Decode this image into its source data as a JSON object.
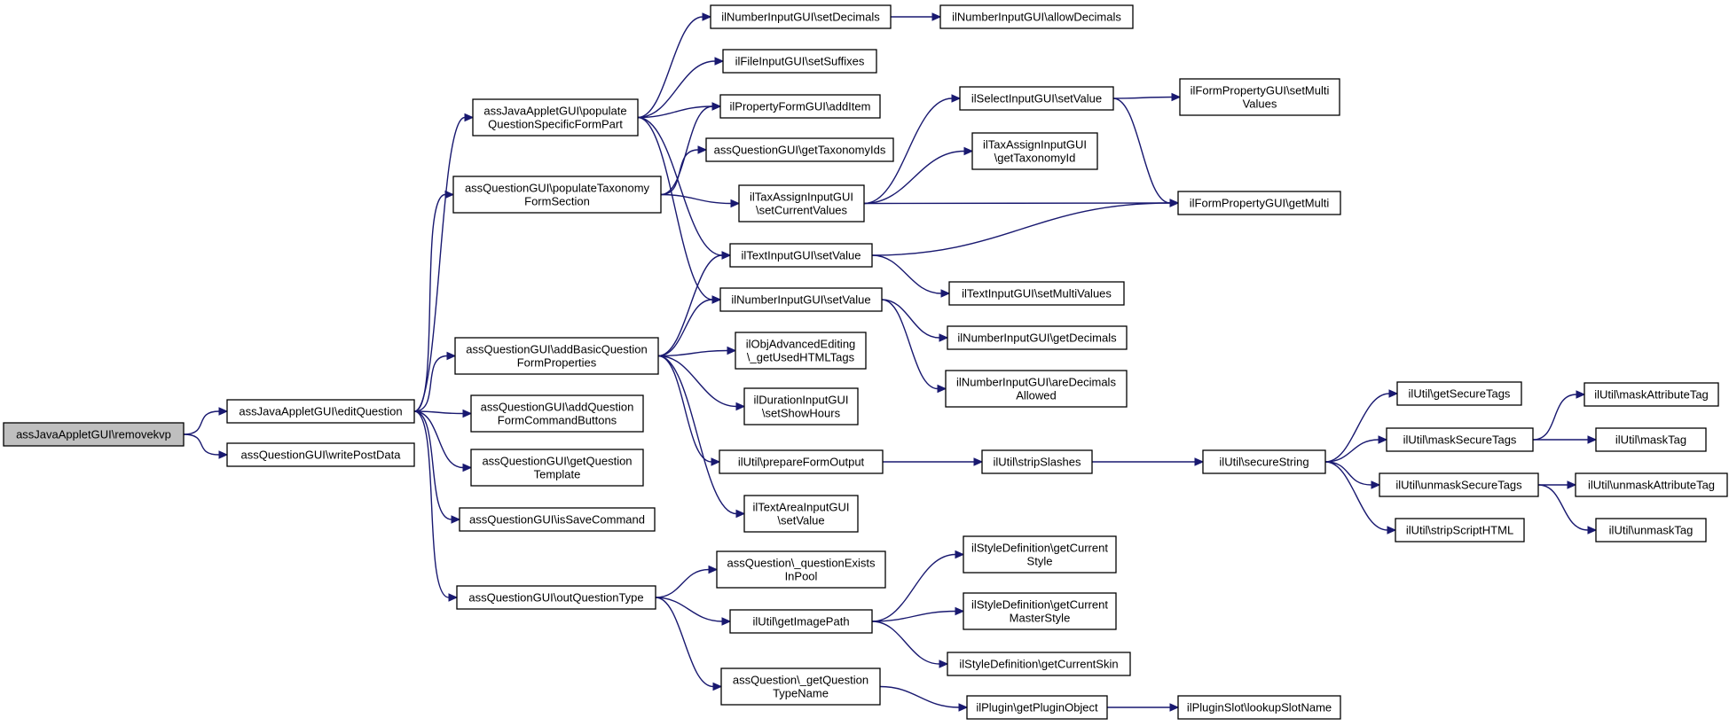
{
  "graph": {
    "nodes": [
      {
        "id": "removekvp",
        "lines": [
          "assJavaAppletGUI\\removekvp"
        ],
        "root": true
      },
      {
        "id": "editQuestion",
        "lines": [
          "assJavaAppletGUI\\editQuestion"
        ]
      },
      {
        "id": "writePostData",
        "lines": [
          "assQuestionGUI\\writePostData"
        ]
      },
      {
        "id": "populateQSFP",
        "lines": [
          "assJavaAppletGUI\\populate",
          "QuestionSpecificFormPart"
        ]
      },
      {
        "id": "populateTaxonomy",
        "lines": [
          "assQuestionGUI\\populateTaxonomy",
          "FormSection"
        ]
      },
      {
        "id": "addBasicQFP",
        "lines": [
          "assQuestionGUI\\addBasicQuestion",
          "FormProperties"
        ]
      },
      {
        "id": "addQFCB",
        "lines": [
          "assQuestionGUI\\addQuestion",
          "FormCommandButtons"
        ]
      },
      {
        "id": "getQTemplate",
        "lines": [
          "assQuestionGUI\\getQuestion",
          "Template"
        ]
      },
      {
        "id": "isSaveCommand",
        "lines": [
          "assQuestionGUI\\isSaveCommand"
        ]
      },
      {
        "id": "outQuestionType",
        "lines": [
          "assQuestionGUI\\outQuestionType"
        ]
      },
      {
        "id": "numSetDecimals",
        "lines": [
          "ilNumberInputGUI\\setDecimals"
        ]
      },
      {
        "id": "numAllowDecimals",
        "lines": [
          "ilNumberInputGUI\\allowDecimals"
        ]
      },
      {
        "id": "fileSetSuffixes",
        "lines": [
          "ilFileInputGUI\\setSuffixes"
        ]
      },
      {
        "id": "propAddItem",
        "lines": [
          "ilPropertyFormGUI\\addItem"
        ]
      },
      {
        "id": "getTaxonomyIds",
        "lines": [
          "assQuestionGUI\\getTaxonomyIds"
        ]
      },
      {
        "id": "taxSetCurrent",
        "lines": [
          "ilTaxAssignInputGUI",
          "\\setCurrentValues"
        ]
      },
      {
        "id": "textSetValue",
        "lines": [
          "ilTextInputGUI\\setValue"
        ]
      },
      {
        "id": "numSetValue",
        "lines": [
          "ilNumberInputGUI\\setValue"
        ]
      },
      {
        "id": "objAdvEditing",
        "lines": [
          "ilObjAdvancedEditing",
          "\\_getUsedHTMLTags"
        ]
      },
      {
        "id": "durationShowHours",
        "lines": [
          "ilDurationInputGUI",
          "\\setShowHours"
        ]
      },
      {
        "id": "prepareFormOutput",
        "lines": [
          "ilUtil\\prepareFormOutput"
        ]
      },
      {
        "id": "textAreaSetValue",
        "lines": [
          "ilTextAreaInputGUI",
          "\\setValue"
        ]
      },
      {
        "id": "questionExistsInPool",
        "lines": [
          "assQuestion\\_questionExists",
          "InPool"
        ]
      },
      {
        "id": "getImagePath",
        "lines": [
          "ilUtil\\getImagePath"
        ]
      },
      {
        "id": "getQTypeName",
        "lines": [
          "assQuestion\\_getQuestion",
          "TypeName"
        ]
      },
      {
        "id": "selectSetValue",
        "lines": [
          "ilSelectInputGUI\\setValue"
        ]
      },
      {
        "id": "taxGetTaxonomyId",
        "lines": [
          "ilTaxAssignInputGUI",
          "\\getTaxonomyId"
        ]
      },
      {
        "id": "textSetMultiValues",
        "lines": [
          "ilTextInputGUI\\setMultiValues"
        ]
      },
      {
        "id": "numGetDecimals",
        "lines": [
          "ilNumberInputGUI\\getDecimals"
        ]
      },
      {
        "id": "numAreDecimalsAllowed",
        "lines": [
          "ilNumberInputGUI\\areDecimals",
          "Allowed"
        ]
      },
      {
        "id": "stripSlashes",
        "lines": [
          "ilUtil\\stripSlashes"
        ]
      },
      {
        "id": "styleGetCurrentStyle",
        "lines": [
          "ilStyleDefinition\\getCurrent",
          "Style"
        ]
      },
      {
        "id": "styleGetCurrentMasterStyle",
        "lines": [
          "ilStyleDefinition\\getCurrent",
          "MasterStyle"
        ]
      },
      {
        "id": "styleGetCurrentSkin",
        "lines": [
          "ilStyleDefinition\\getCurrentSkin"
        ]
      },
      {
        "id": "pluginGetPluginObject",
        "lines": [
          "ilPlugin\\getPluginObject"
        ]
      },
      {
        "id": "formPropSetMultiValues",
        "lines": [
          "ilFormPropertyGUI\\setMulti",
          "Values"
        ]
      },
      {
        "id": "formPropGetMulti",
        "lines": [
          "ilFormPropertyGUI\\getMulti"
        ]
      },
      {
        "id": "secureString",
        "lines": [
          "ilUtil\\secureString"
        ]
      },
      {
        "id": "pluginSlotLookup",
        "lines": [
          "ilPluginSlot\\lookupSlotName"
        ]
      },
      {
        "id": "getSecureTags",
        "lines": [
          "ilUtil\\getSecureTags"
        ]
      },
      {
        "id": "maskSecureTags",
        "lines": [
          "ilUtil\\maskSecureTags"
        ]
      },
      {
        "id": "unmaskSecureTags",
        "lines": [
          "ilUtil\\unmaskSecureTags"
        ]
      },
      {
        "id": "stripScriptHTML",
        "lines": [
          "ilUtil\\stripScriptHTML"
        ]
      },
      {
        "id": "maskAttributeTag",
        "lines": [
          "ilUtil\\maskAttributeTag"
        ]
      },
      {
        "id": "maskTag",
        "lines": [
          "ilUtil\\maskTag"
        ]
      },
      {
        "id": "unmaskAttributeTag",
        "lines": [
          "ilUtil\\unmaskAttributeTag"
        ]
      },
      {
        "id": "unmaskTag",
        "lines": [
          "ilUtil\\unmaskTag"
        ]
      }
    ],
    "edges": [
      [
        "removekvp",
        "editQuestion"
      ],
      [
        "removekvp",
        "writePostData"
      ],
      [
        "editQuestion",
        "populateQSFP"
      ],
      [
        "editQuestion",
        "populateTaxonomy"
      ],
      [
        "editQuestion",
        "addBasicQFP"
      ],
      [
        "editQuestion",
        "addQFCB"
      ],
      [
        "editQuestion",
        "getQTemplate"
      ],
      [
        "editQuestion",
        "isSaveCommand"
      ],
      [
        "editQuestion",
        "outQuestionType"
      ],
      [
        "populateQSFP",
        "numSetDecimals"
      ],
      [
        "populateQSFP",
        "fileSetSuffixes"
      ],
      [
        "populateQSFP",
        "propAddItem"
      ],
      [
        "populateQSFP",
        "textSetValue"
      ],
      [
        "populateQSFP",
        "numSetValue"
      ],
      [
        "populateTaxonomy",
        "propAddItem"
      ],
      [
        "populateTaxonomy",
        "getTaxonomyIds"
      ],
      [
        "populateTaxonomy",
        "taxSetCurrent"
      ],
      [
        "addBasicQFP",
        "textSetValue"
      ],
      [
        "addBasicQFP",
        "numSetValue"
      ],
      [
        "addBasicQFP",
        "objAdvEditing"
      ],
      [
        "addBasicQFP",
        "durationShowHours"
      ],
      [
        "addBasicQFP",
        "prepareFormOutput"
      ],
      [
        "addBasicQFP",
        "textAreaSetValue"
      ],
      [
        "outQuestionType",
        "questionExistsInPool"
      ],
      [
        "outQuestionType",
        "getImagePath"
      ],
      [
        "outQuestionType",
        "getQTypeName"
      ],
      [
        "numSetDecimals",
        "numAllowDecimals"
      ],
      [
        "taxSetCurrent",
        "selectSetValue"
      ],
      [
        "taxSetCurrent",
        "taxGetTaxonomyId"
      ],
      [
        "taxSetCurrent",
        "formPropGetMulti"
      ],
      [
        "textSetValue",
        "formPropGetMulti"
      ],
      [
        "textSetValue",
        "textSetMultiValues"
      ],
      [
        "numSetValue",
        "numGetDecimals"
      ],
      [
        "numSetValue",
        "numAreDecimalsAllowed"
      ],
      [
        "prepareFormOutput",
        "stripSlashes"
      ],
      [
        "getImagePath",
        "styleGetCurrentStyle"
      ],
      [
        "getImagePath",
        "styleGetCurrentMasterStyle"
      ],
      [
        "getImagePath",
        "styleGetCurrentSkin"
      ],
      [
        "getQTypeName",
        "pluginGetPluginObject"
      ],
      [
        "selectSetValue",
        "formPropSetMultiValues"
      ],
      [
        "selectSetValue",
        "formPropGetMulti"
      ],
      [
        "stripSlashes",
        "secureString"
      ],
      [
        "pluginGetPluginObject",
        "pluginSlotLookup"
      ],
      [
        "secureString",
        "getSecureTags"
      ],
      [
        "secureString",
        "maskSecureTags"
      ],
      [
        "secureString",
        "unmaskSecureTags"
      ],
      [
        "secureString",
        "stripScriptHTML"
      ],
      [
        "maskSecureTags",
        "maskAttributeTag"
      ],
      [
        "maskSecureTags",
        "maskTag"
      ],
      [
        "unmaskSecureTags",
        "unmaskAttributeTag"
      ],
      [
        "unmaskSecureTags",
        "unmaskTag"
      ]
    ]
  }
}
